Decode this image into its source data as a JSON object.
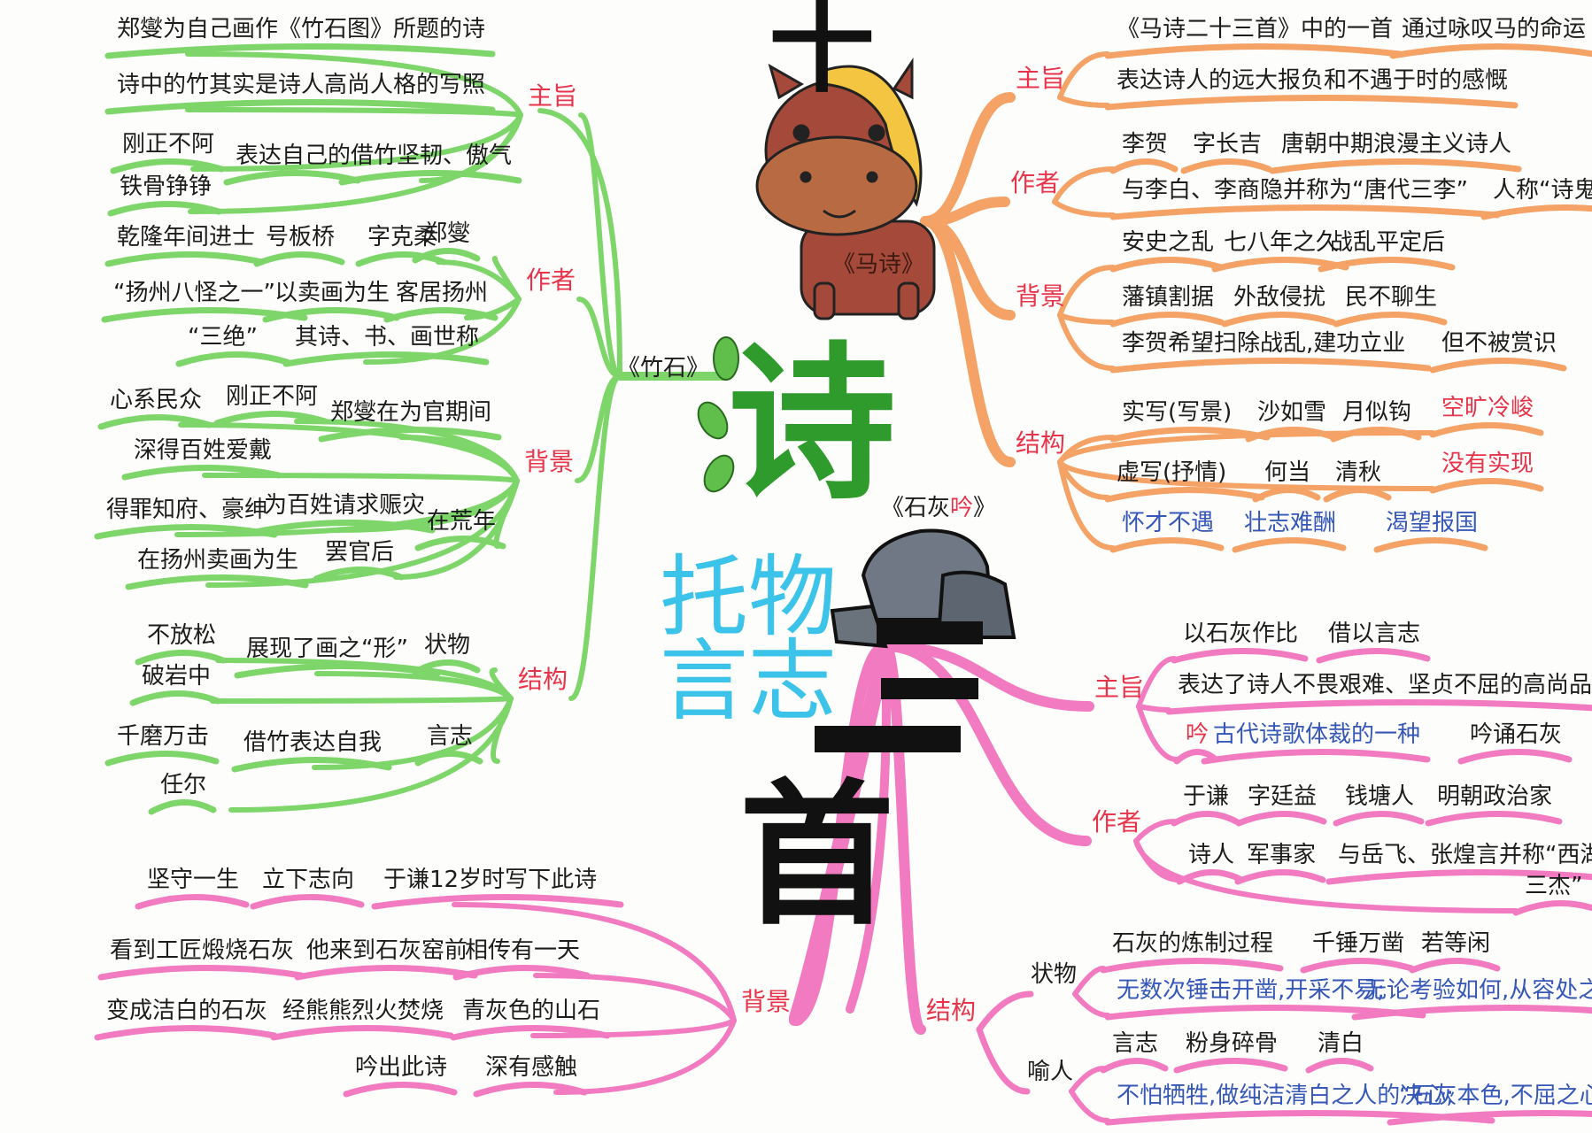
{
  "heading": {
    "top_char": "十",
    "poem_char": "诗",
    "three_char": "三",
    "shou_char": "首",
    "theme_line1": "托物",
    "theme_line2": "言志"
  },
  "colors": {
    "green": "#7ed66a",
    "orange": "#f4a266",
    "pink": "#f27ac0",
    "red": "#e8344a",
    "blue": "#3557b8",
    "cyan": "#3cc3ea"
  },
  "icons": {
    "horse": "horse-illustration",
    "rock": "rock-illustration",
    "bamboo": "bamboo-leaves"
  },
  "sections": [
    {
      "id": "zhushi",
      "title": "《竹石》",
      "branches": [
        {
          "label": "主旨",
          "items": [
            {
              "text": "郑燮为自己画作《竹石图》所题的诗"
            },
            {
              "text": "诗中的竹其实是诗人高尚人格的写照"
            },
            {
              "text": "刚正不阿"
            },
            {
              "text": "铁骨铮铮"
            },
            {
              "text": "表达自己的"
            },
            {
              "text": "借竹坚韧、傲气"
            }
          ]
        },
        {
          "label": "作者",
          "items": [
            {
              "text": "乾隆年间进士"
            },
            {
              "text": "号板桥"
            },
            {
              "text": "字克柔"
            },
            {
              "text": "郑燮"
            },
            {
              "text": "“扬州八怪之一”"
            },
            {
              "text": "以卖画为生"
            },
            {
              "text": "客居扬州"
            },
            {
              "text": "“三绝”"
            },
            {
              "text": "其诗、书、画世称"
            }
          ]
        },
        {
          "label": "背景",
          "items": [
            {
              "text": "心系民众"
            },
            {
              "text": "刚正不阿"
            },
            {
              "text": "郑燮在为官期间"
            },
            {
              "text": "深得百姓爱戴"
            },
            {
              "text": "得罪知府、豪绅"
            },
            {
              "text": "为百姓请求赈灾"
            },
            {
              "text": "在荒年"
            },
            {
              "text": "在扬州卖画为生"
            },
            {
              "text": "罢官后"
            }
          ]
        },
        {
          "label": "结构",
          "items": [
            {
              "text": "不放松"
            },
            {
              "text": "破岩中"
            },
            {
              "text": "展现了画之“形”"
            },
            {
              "text": "状物"
            },
            {
              "text": "千磨万击"
            },
            {
              "text": "借竹表达自我"
            },
            {
              "text": "言志"
            },
            {
              "text": "任尔"
            }
          ]
        }
      ]
    },
    {
      "id": "mashi",
      "title": "《马诗》",
      "branches": [
        {
          "label": "主旨",
          "items": [
            {
              "text": "《马诗二十三首》中的一首"
            },
            {
              "text": "通过咏叹马的命运"
            },
            {
              "text": "表达诗人的远大报负和不遇于时的感慨"
            }
          ]
        },
        {
          "label": "作者",
          "items": [
            {
              "text": "李贺"
            },
            {
              "text": "字长吉"
            },
            {
              "text": "唐朝中期浪漫主义诗人"
            },
            {
              "text": "与李白、李商隐并称为“唐代三李”"
            },
            {
              "text": "人称“诗鬼”"
            }
          ]
        },
        {
          "label": "背景",
          "items": [
            {
              "text": "安史之乱"
            },
            {
              "text": "七八年之久"
            },
            {
              "text": "战乱平定后"
            },
            {
              "text": "藩镇割据"
            },
            {
              "text": "外敌侵扰"
            },
            {
              "text": "民不聊生"
            },
            {
              "text": "李贺希望扫除战乱,建功立业"
            },
            {
              "text": "但不被赏识"
            }
          ]
        },
        {
          "label": "结构",
          "items": [
            {
              "text": "实写(写景)"
            },
            {
              "text": "沙如雪"
            },
            {
              "text": "月似钩"
            },
            {
              "text": "空旷冷峻",
              "tone": "red"
            },
            {
              "text": "虚写(抒情)"
            },
            {
              "text": "何当"
            },
            {
              "text": "清秋"
            },
            {
              "text": "没有实现",
              "tone": "red"
            },
            {
              "text": "怀才不遇",
              "tone": "blue"
            },
            {
              "text": "壮志难酬",
              "tone": "blue"
            },
            {
              "text": "渴望报国",
              "tone": "blue"
            }
          ]
        }
      ]
    },
    {
      "id": "shihuiyin",
      "title_parts": [
        "《石灰",
        "吟",
        "》"
      ],
      "branches": [
        {
          "label": "主旨",
          "items": [
            {
              "text": "以石灰作比"
            },
            {
              "text": "借以言志"
            },
            {
              "text": "表达了诗人不畏艰难、坚贞不屈的高尚品质"
            },
            {
              "text": "吟",
              "tone": "red"
            },
            {
              "text": "古代诗歌体裁的一种",
              "tone": "blue"
            },
            {
              "text": "吟诵石灰"
            }
          ]
        },
        {
          "label": "作者",
          "items": [
            {
              "text": "于谦"
            },
            {
              "text": "字廷益"
            },
            {
              "text": "钱塘人"
            },
            {
              "text": "明朝政治家"
            },
            {
              "text": "诗人"
            },
            {
              "text": "军事家"
            },
            {
              "text": "与岳飞、张煌言并称“西湖"
            },
            {
              "text": "三杰”"
            }
          ]
        },
        {
          "label": "结构",
          "items": [],
          "children": [
            {
              "label": "状物",
              "items": [
                {
                  "text": "石灰的炼制过程"
                },
                {
                  "text": "千锤万凿"
                },
                {
                  "text": "若等闲"
                },
                {
                  "text": "无数次锤击开凿,开采不易;",
                  "tone": "blue"
                },
                {
                  "text": "无论考验如何,从容处之。",
                  "tone": "blue"
                }
              ]
            },
            {
              "label": "喻人",
              "items": [
                {
                  "text": "言志"
                },
                {
                  "text": "粉身碎骨"
                },
                {
                  "text": "清白"
                },
                {
                  "text": "不怕牺牲,做纯洁清白之人的决心;",
                  "tone": "blue"
                },
                {
                  "text": "“石灰本色,不屈之心。”",
                  "tone": "blue"
                }
              ]
            }
          ]
        },
        {
          "label": "背景",
          "items": [
            {
              "text": "坚守一生"
            },
            {
              "text": "立下志向"
            },
            {
              "text": "于谦12岁时写下此诗"
            },
            {
              "text": "看到工匠煅烧石灰"
            },
            {
              "text": "他来到石灰窑前"
            },
            {
              "text": "相传有一天"
            },
            {
              "text": "变成洁白的石灰"
            },
            {
              "text": "经熊熊烈火焚烧"
            },
            {
              "text": "青灰色的山石"
            },
            {
              "text": "吟出此诗"
            },
            {
              "text": "深有感触"
            }
          ]
        }
      ]
    }
  ]
}
